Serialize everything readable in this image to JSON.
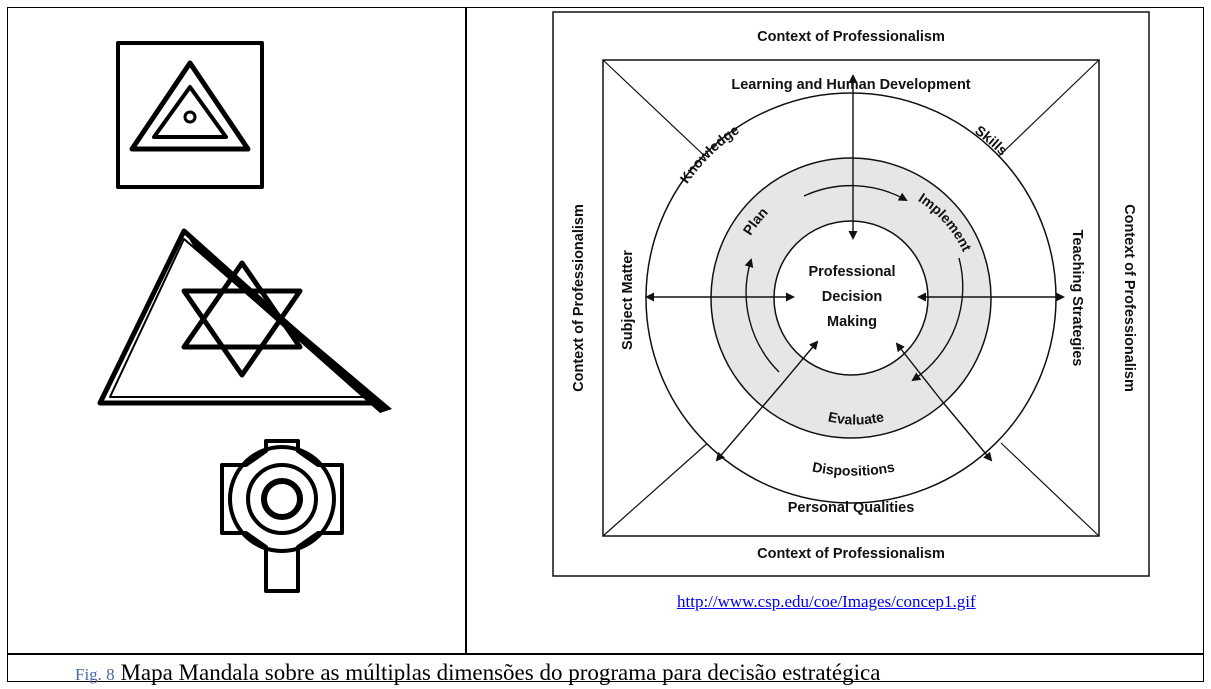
{
  "diagram": {
    "context_top": "Context of Professionalism",
    "context_bottom": "Context of Professionalism",
    "context_left": "Context of Professionalism",
    "context_right": "Context of Professionalism",
    "top_label": "Learning and Human Development",
    "bottom_label": "Personal Qualities",
    "left_label": "Subject Matter",
    "right_label": "Teaching Strategies",
    "knowledge": "Knowledge",
    "skills": "Skills",
    "dispositions": "Dispositions",
    "plan": "Plan",
    "implement": "Implement",
    "evaluate": "Evaluate",
    "center_line1": "Professional",
    "center_line2": "Decision",
    "center_line3": "Making"
  },
  "source_link": "http://www.csp.edu/coe/Images/concep1.gif",
  "caption": {
    "label": "Fig. 8",
    "text": " Mapa Mandala sobre as múltiplas dimensões do programa para decisão estratégica"
  },
  "colors": {
    "link": "#0000ee",
    "caption_label": "#4a6aa8",
    "ring_fill": "#e6e6e6"
  }
}
